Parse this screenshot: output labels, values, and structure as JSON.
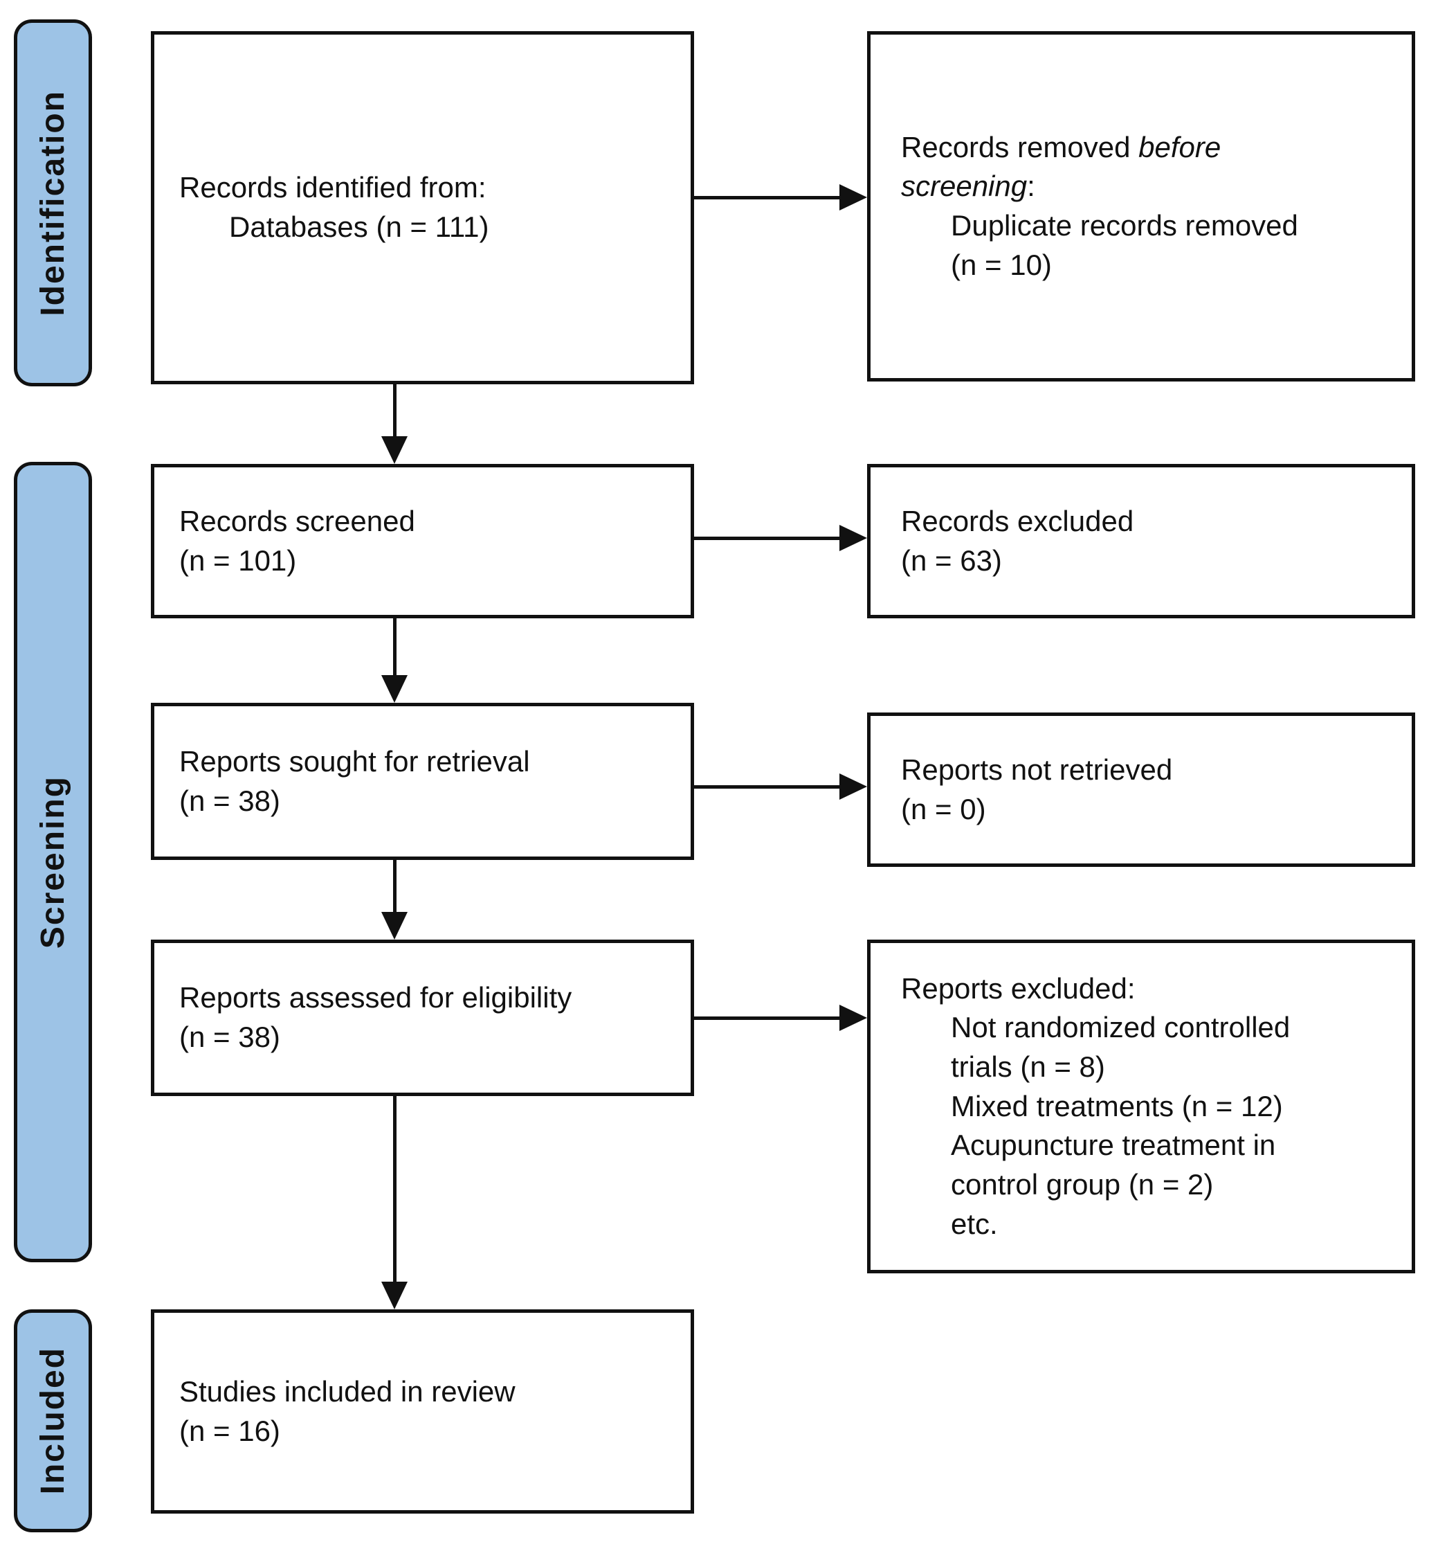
{
  "colors": {
    "stage_fill": "#9dc3e6",
    "stage_border": "#111111",
    "box_border": "#111111",
    "box_fill": "#ffffff",
    "arrow": "#111111",
    "text": "#111111",
    "background": "#ffffff"
  },
  "stages": [
    {
      "id": "identification",
      "label": "Identification"
    },
    {
      "id": "screening",
      "label": "Screening"
    },
    {
      "id": "included",
      "label": "Included"
    }
  ],
  "boxes": {
    "records_identified": {
      "line1": "Records identified from:",
      "line2": "Databases (n = 111)"
    },
    "records_removed": {
      "line1_normal": "Records removed ",
      "line1_italic": "before",
      "line2_italic": "screening",
      "line2_suffix": ":",
      "line3": "Duplicate records removed",
      "line4": "(n = 10)"
    },
    "records_screened": {
      "line1": "Records screened",
      "line2": "(n = 101)"
    },
    "records_excluded": {
      "line1": "Records excluded",
      "line2": "(n = 63)"
    },
    "reports_sought": {
      "line1": "Reports sought for retrieval",
      "line2": "(n = 38)"
    },
    "reports_not_retrieved": {
      "line1": "Reports not retrieved",
      "line2": "(n = 0)"
    },
    "reports_assessed": {
      "line1": "Reports assessed for eligibility",
      "line2": "(n = 38)"
    },
    "reports_excluded": {
      "line1": "Reports excluded:",
      "line2": "Not randomized controlled",
      "line3": "trials (n = 8)",
      "line4": "Mixed treatments (n = 12)",
      "line5": "Acupuncture treatment in",
      "line6": "control group (n = 2)",
      "line7": "etc."
    },
    "studies_included": {
      "line1": "Studies included in review",
      "line2": "(n = 16)"
    }
  },
  "counts": {
    "records_identified_databases": 111,
    "duplicate_records_removed": 10,
    "records_screened": 101,
    "records_excluded": 63,
    "reports_sought_for_retrieval": 38,
    "reports_not_retrieved": 0,
    "reports_assessed_for_eligibility": 38,
    "excluded_not_randomized_controlled_trials": 8,
    "excluded_mixed_treatments": 12,
    "excluded_acupuncture_treatment_in_control_group": 2,
    "studies_included_in_review": 16
  }
}
